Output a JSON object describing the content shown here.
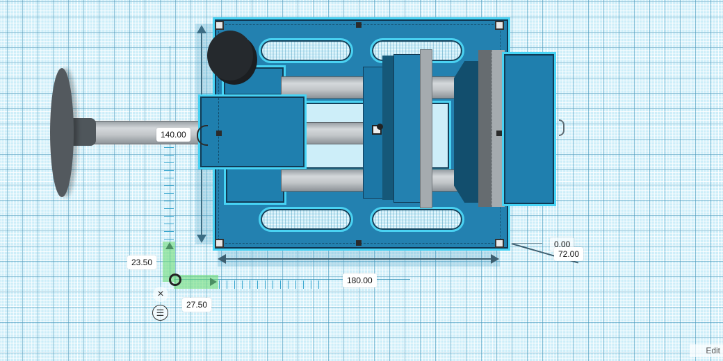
{
  "workplane": {
    "grid": "mm"
  },
  "dimensions": {
    "height_label": "140.00",
    "width_label": "180.00",
    "offset_y_label": "23.50",
    "offset_x_label": "27.50",
    "elevation_label": "0.00",
    "rotation_label": "72.00"
  },
  "controls": {
    "close_symbol": "×",
    "menu_symbol": "☰",
    "edit_label": "Edit"
  },
  "colors": {
    "base_plate": "#2381b0",
    "selection_outline": "#47d3f4",
    "grid_bg": "#cdeef9",
    "handle_wheel": "#53595e",
    "snap_green": "#7fd98a"
  }
}
